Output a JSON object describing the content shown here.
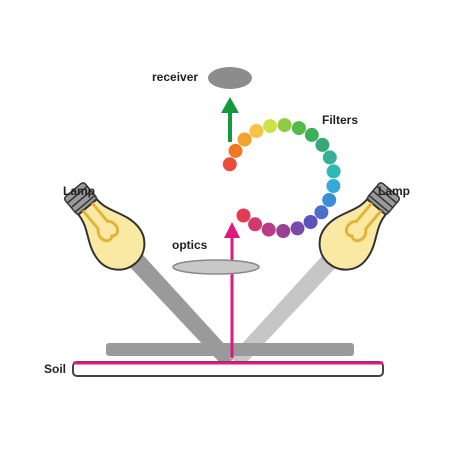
{
  "labels": {
    "receiver": "receiver",
    "filters": "Filters",
    "lamp_left": "Lamp",
    "lamp_right": "Lamp",
    "optics": "optics",
    "soil": "Soil"
  },
  "colors": {
    "magenta": "#e0197d",
    "green": "#139a3c",
    "gray_dark": "#9a9a9a",
    "gray_light": "#c6c6c6",
    "bulb_yellow": "#fae9a2",
    "filament": "#e3b43a"
  },
  "filter_wheel": {
    "colors": [
      "#e94b3c",
      "#f0781f",
      "#f3a22e",
      "#f6c342",
      "#cde04a",
      "#8fcb44",
      "#55b947",
      "#3daf56",
      "#3aa876",
      "#36b096",
      "#2fb8b8",
      "#36a9d8",
      "#3a8fd9",
      "#4a6fc9",
      "#5a54b8",
      "#7a4aa9",
      "#9a3f96",
      "#bb3a84",
      "#d23a6c",
      "#e33b52"
    ]
  },
  "icons": {
    "left_lamp": "light-bulb-icon",
    "right_lamp": "light-bulb-icon"
  }
}
